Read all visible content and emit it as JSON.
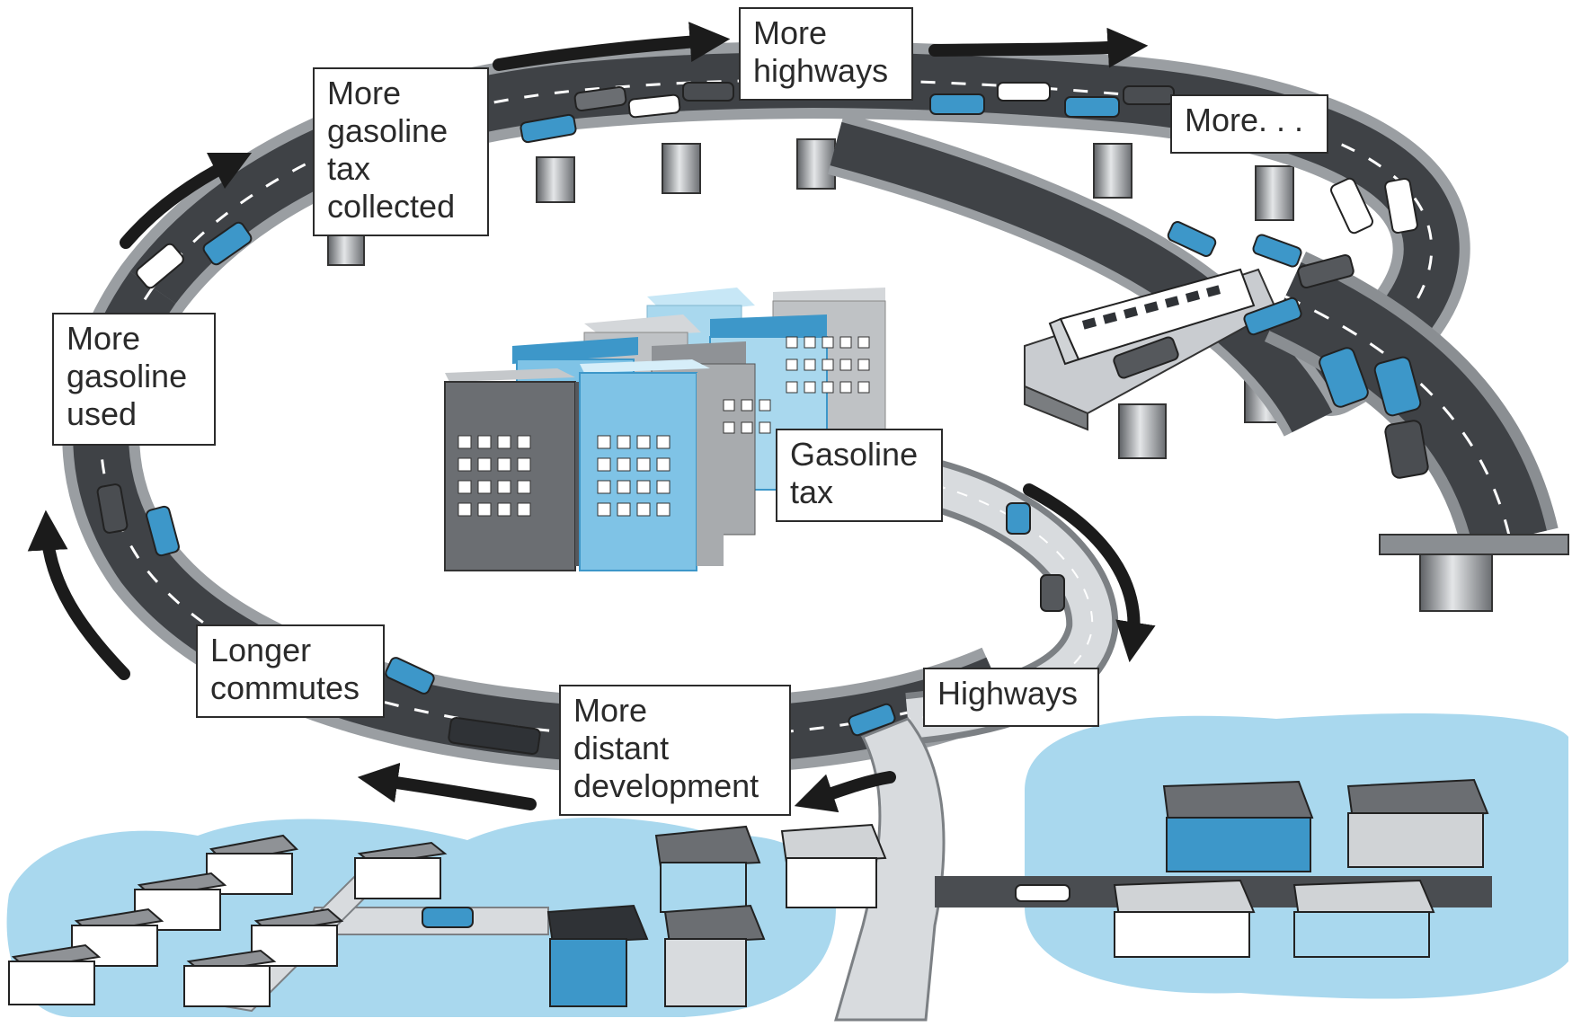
{
  "labels": {
    "gasoline_tax": "Gasoline\ntax",
    "highways": "Highways",
    "more_distant_development": "More\ndistant\ndevelopment",
    "longer_commutes": "Longer\ncommutes",
    "more_gasoline_used": "More\ngasoline\nused",
    "more_gasoline_tax_collected": "More\ngasoline\ntax\ncollected",
    "more_highways": "More\nhighways",
    "more_ellipsis": "More. . ."
  },
  "colors": {
    "road": "#3f4246",
    "road_side": "#a9adb1",
    "accent_blue": "#3d97c9",
    "light_blue": "#a9d8ee",
    "dark_gray": "#6b6e72",
    "arrow": "#1b1b1b"
  },
  "icons": [
    "clockwise-arrow-icon",
    "car-icon",
    "bus-icon",
    "house-icon",
    "office-building-icon"
  ]
}
